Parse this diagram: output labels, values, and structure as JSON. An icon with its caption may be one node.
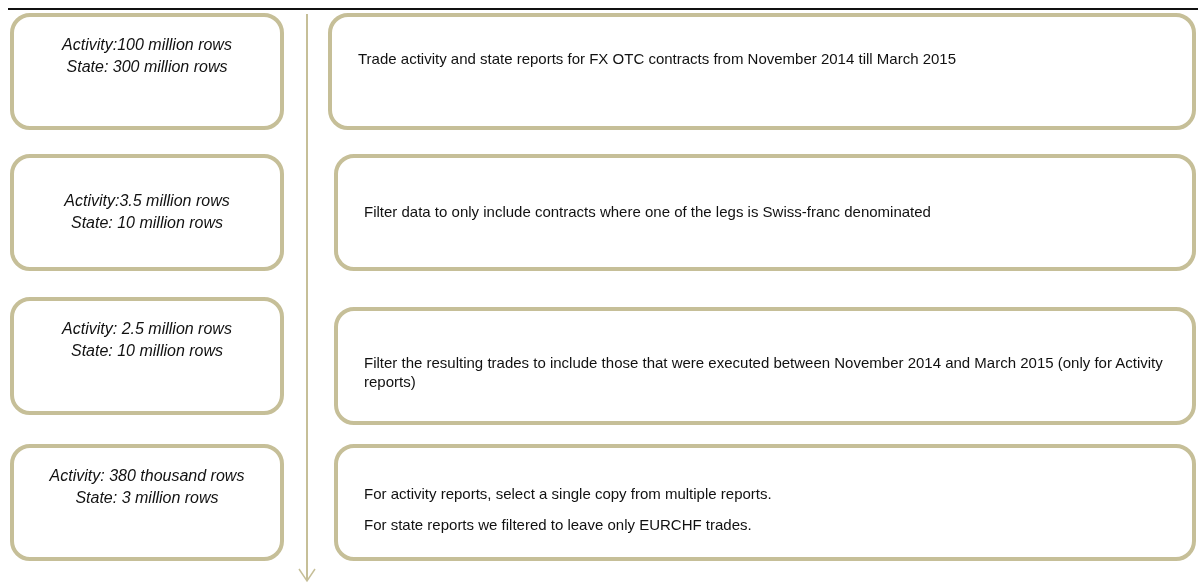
{
  "diagram": {
    "nodes": [
      {
        "text": [
          "Activity:100 million rows",
          "State: 300 million rows"
        ]
      },
      {
        "text": [
          "Trade activity and state reports for FX OTC contracts from November 2014 till March 2015"
        ]
      },
      {
        "text": [
          "Activity:3.5 million rows",
          "State: 10 million rows"
        ]
      },
      {
        "text": [
          "Filter data to only include contracts where one of the legs is Swiss-franc denominated"
        ]
      },
      {
        "text": [
          "Activity: 2.5 million rows",
          "State: 10 million rows"
        ]
      },
      {
        "text": [
          "Filter the resulting trades to include those that were executed between November 2014 and March 2015 (only for Activity reports)"
        ]
      },
      {
        "text": [
          "Activity: 380 thousand rows",
          "State: 3 million rows"
        ]
      },
      {
        "text": [
          "For activity reports, select a single copy from multiple reports.",
          "For state reports we filtered to leave only EURCHF trades."
        ]
      }
    ]
  }
}
